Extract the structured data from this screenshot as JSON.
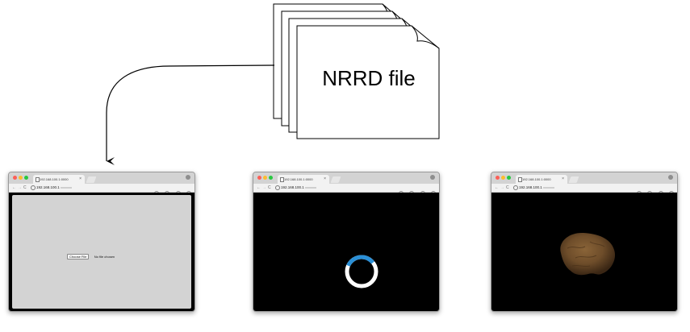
{
  "file_stack": {
    "label": "NRRD file",
    "icon": "document-stack-icon"
  },
  "browser": {
    "tab_title": "192.168.100.1:0000",
    "tab_close": "×",
    "url": "192.168.100.1",
    "nav_back": "←",
    "nav_forward": "→",
    "nav_reload": "C"
  },
  "windows": [
    {
      "state": "file selection",
      "choose_file_button": "Choose File",
      "no_file_text": "No file chosen"
    },
    {
      "state": "loading",
      "spinner_colors": {
        "ring": "#ffffff",
        "arc": "#2a8fd6"
      }
    },
    {
      "state": "rendered volume",
      "volume_color": "#6e4d2a"
    }
  ],
  "colors": {
    "viewport_background": "#000000",
    "upload_panel": "#d3d3d3",
    "arrow": "#000000"
  }
}
